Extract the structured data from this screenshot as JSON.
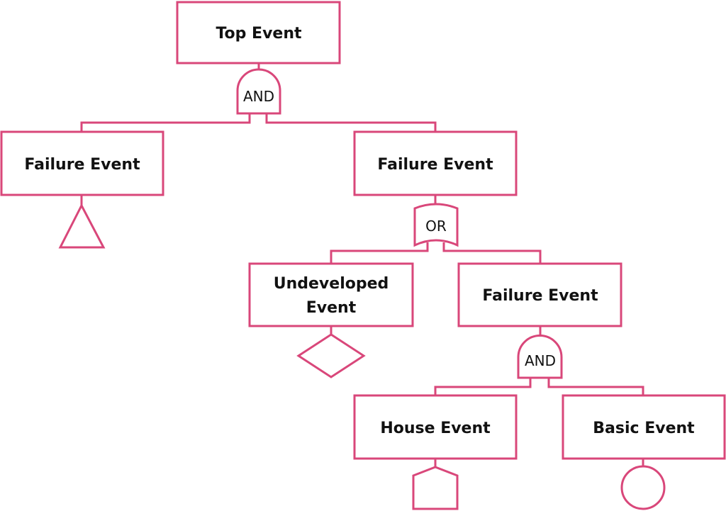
{
  "colors": {
    "accent": "#D9477A",
    "text": "#111111",
    "background": "#ffffff"
  },
  "events": {
    "top": {
      "label_lines": [
        "Top Event"
      ],
      "type": "top-event"
    },
    "failure_left": {
      "label_lines": [
        "Failure Event"
      ],
      "type": "failure-event",
      "symbol": "triangle-transfer"
    },
    "failure_right": {
      "label_lines": [
        "Failure Event"
      ],
      "type": "failure-event"
    },
    "undeveloped": {
      "label_lines": [
        "Undeveloped",
        "Event"
      ],
      "type": "undeveloped-event",
      "symbol": "diamond"
    },
    "failure_lower": {
      "label_lines": [
        "Failure Event"
      ],
      "type": "failure-event"
    },
    "house": {
      "label_lines": [
        "House Event"
      ],
      "type": "house-event",
      "symbol": "house"
    },
    "basic": {
      "label_lines": [
        "Basic Event"
      ],
      "type": "basic-event",
      "symbol": "circle"
    }
  },
  "gates": {
    "and_top": {
      "label": "AND",
      "type": "and-gate"
    },
    "or_mid": {
      "label": "OR",
      "type": "or-gate"
    },
    "and_lower": {
      "label": "AND",
      "type": "and-gate"
    }
  }
}
